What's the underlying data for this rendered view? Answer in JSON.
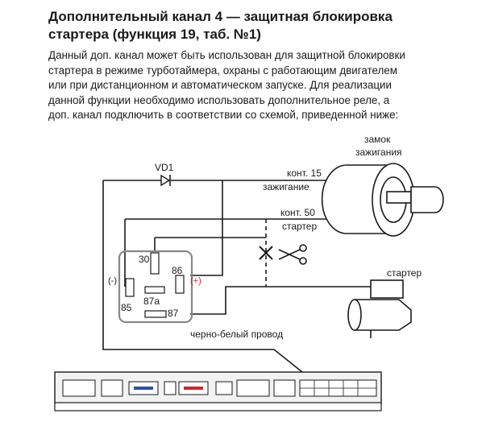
{
  "heading": {
    "line1": "Дополнительный канал 4 — защитная блокировка",
    "line2": "стартера (функция 19, таб. №1)"
  },
  "paragraph": {
    "lines": [
      "Данный доп. канал может быть использован для защитной блокировки",
      "стартера в режиме турботаймера, охраны с работающим двигателем",
      "или при дистанционном и автоматическом запуске. Для реализации",
      "данной функции необходимо использовать дополнительное реле, а",
      "доп. канал подключить в соответствии со схемой, приведенной ниже:"
    ]
  },
  "diagram": {
    "ignition_lock_label_1": "замок",
    "ignition_lock_label_2": "зажигания",
    "diode_label": "VD1",
    "contact15_label": "конт. 15",
    "ignition_label": "зажигание",
    "contact50_label": "конт. 50",
    "starter_wire_label": "стартер",
    "starter_label": "стартер",
    "relay": {
      "pin30": "30",
      "pin86": "86",
      "pin87a": "87a",
      "pin85": "85",
      "pin87": "87",
      "minus": "(-)",
      "plus": "(+)"
    },
    "wire_label": "черно-белый провод",
    "colors": {
      "line": "#1a1a1a",
      "relay_box": "#888888",
      "plus_sign": "#d9232a",
      "connector_blue": "#2a4fb0",
      "connector_red": "#d9232a"
    }
  }
}
